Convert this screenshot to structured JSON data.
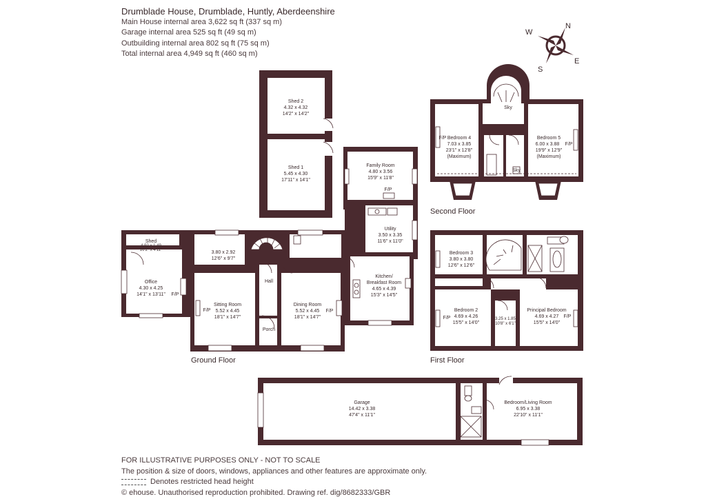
{
  "header": {
    "title": "Drumblade House, Drumblade, Huntly, Aberdeenshire",
    "lines": [
      "Main House internal area 3,622 sq ft (337 sq m)",
      "Garage internal area 525 sq ft (49 sq m)",
      "Outbuilding internal area 802 sq ft (75 sq m)",
      "Total internal area 4,949 sq ft (460 sq m)"
    ]
  },
  "compass": {
    "n": "N",
    "e": "E",
    "s": "S",
    "w": "W"
  },
  "floors": {
    "ground": "Ground Floor",
    "first": "First Floor",
    "second": "Second Floor"
  },
  "rooms": {
    "shed2": {
      "name": "Shed 2",
      "m": "4.32 x 4.32",
      "ft": "14'2\" x 14'2\""
    },
    "shed1": {
      "name": "Shed 1",
      "m": "5.45 x 4.30",
      "ft": "17'11\" x 14'1\""
    },
    "family": {
      "name": "Family Room",
      "m": "4.80 x 3.56",
      "ft": "15'9\" x 11'8\""
    },
    "utility": {
      "name": "Utility",
      "m": "3.50 x 3.35",
      "ft": "11'6\" x 11'0\""
    },
    "shed": {
      "name": "Shed",
      "m": "4.92 x 1.49",
      "ft": "16'2\" x 4'11\""
    },
    "office": {
      "name": "Office",
      "m": "4.30 x 4.25",
      "ft": "14'1\" x 13'11\""
    },
    "room3792": {
      "m": "3.80 x 2.92",
      "ft": "12'6\" x 9'7\""
    },
    "hall": {
      "name": "Hall"
    },
    "sitting": {
      "name": "Sitting Room",
      "m": "5.52 x 4.45",
      "ft": "18'1\" x 14'7\""
    },
    "dining": {
      "name": "Dining Room",
      "m": "5.52 x 4.45",
      "ft": "18'1\" x 14'7\""
    },
    "kitchen": {
      "name1": "Kitchen/",
      "name2": "Breakfast Room",
      "m": "4.65 x 4.39",
      "ft": "15'3\" x 14'5\""
    },
    "porch": {
      "name": "Porch"
    },
    "bed4": {
      "name": "Bedroom 4",
      "m": "7.03 x 3.85",
      "ft": "23'1\" x 12'8\"",
      "note": "(Maximum)"
    },
    "bed5": {
      "name": "Bedroom 5",
      "m": "6.00 x 3.88",
      "ft": "19'9\" x 12'9\"",
      "note": "(Maximum)"
    },
    "bed3": {
      "name": "Bedroom 3",
      "m": "3.80 x 3.80",
      "ft": "12'6\" x 12'6\""
    },
    "bed2": {
      "name": "Bedroom 2",
      "m": "4.69 x 4.26",
      "ft": "15'5\" x 14'0\""
    },
    "small": {
      "m": "3.25 x 1.85",
      "ft": "10'8\" x 6'1\""
    },
    "principal": {
      "name": "Principal Bedroom",
      "m": "4.69 x 4.27",
      "ft": "15'5\" x 14'0\""
    },
    "garage": {
      "name": "Garage",
      "m": "14.42 x 3.38",
      "ft": "47'4\" x 11'1\""
    },
    "bedliving": {
      "name": "Bedroom/Living Room",
      "m": "6.95 x 3.38",
      "ft": "22'10\" x 11'1\""
    }
  },
  "marks": {
    "fp": "F/P",
    "sky": "Sky"
  },
  "footer": {
    "line1": "FOR ILLUSTRATIVE PURPOSES ONLY - NOT TO SCALE",
    "line2": "The position & size of doors, windows, appliances and other features are approximate only.",
    "line3": "Denotes restricted head height",
    "line4": "© ehouse. Unauthorised reproduction prohibited. Drawing ref. dig/8682333/GBR"
  },
  "colors": {
    "wall": "#4a2a2f",
    "text": "#3a2a2c"
  }
}
